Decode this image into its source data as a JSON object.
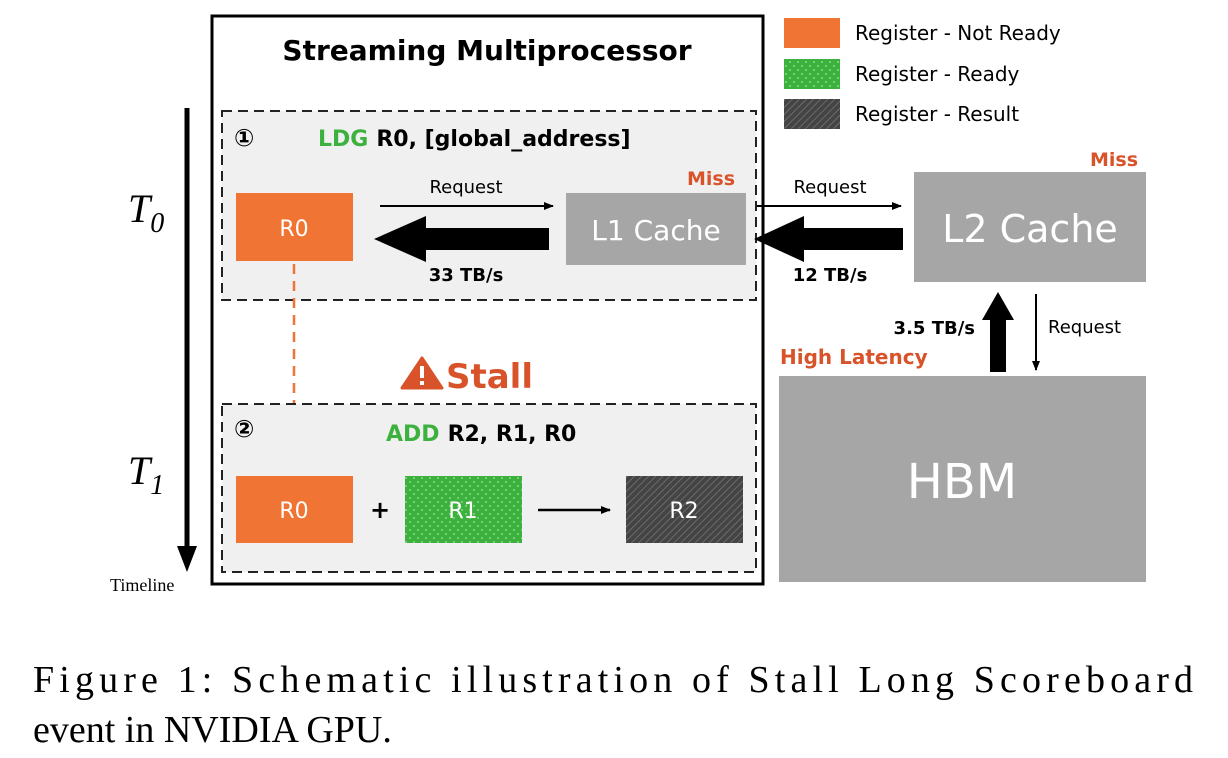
{
  "sm": {
    "title": "Streaming Multiprocessor",
    "step1": {
      "number": "①",
      "opcode": "LDG",
      "operands": "R0, [global_address]",
      "register": "R0",
      "request": "Request",
      "bandwidth": "33 TB/s",
      "cache_label": "L1 Cache",
      "cache_status": "Miss"
    },
    "stall_label": "Stall",
    "step2": {
      "number": "②",
      "opcode": "ADD",
      "operands": "R2, R1, R0",
      "reg_a": "R0",
      "plus": "+",
      "reg_b": "R1",
      "reg_result": "R2"
    }
  },
  "l2": {
    "label": "L2 Cache",
    "status": "Miss",
    "request": "Request",
    "bandwidth": "12 TB/s"
  },
  "hbm": {
    "label": "HBM",
    "latency_label": "High Latency",
    "bandwidth": "3.5 TB/s",
    "request": "Request"
  },
  "legend": {
    "items": [
      {
        "label": "Register - Not Ready"
      },
      {
        "label": "Register - Ready"
      },
      {
        "label": "Register - Result"
      }
    ]
  },
  "timeline": {
    "t0": "T",
    "t0_sub": "0",
    "t1": "T",
    "t1_sub": "1",
    "label": "Timeline"
  },
  "caption": {
    "line1": "Figure 1: Schematic illustration of Stall Long Scoreboard",
    "line2": "event in NVIDIA GPU."
  },
  "colors": {
    "orange": "#F07534",
    "green": "#3DB13D",
    "gray": "#A6A6A6",
    "dark": "#4A4A4A",
    "miss_red": "#D9532A",
    "stall_red": "#D9532A",
    "panel_bg": "#F0F0F0"
  }
}
